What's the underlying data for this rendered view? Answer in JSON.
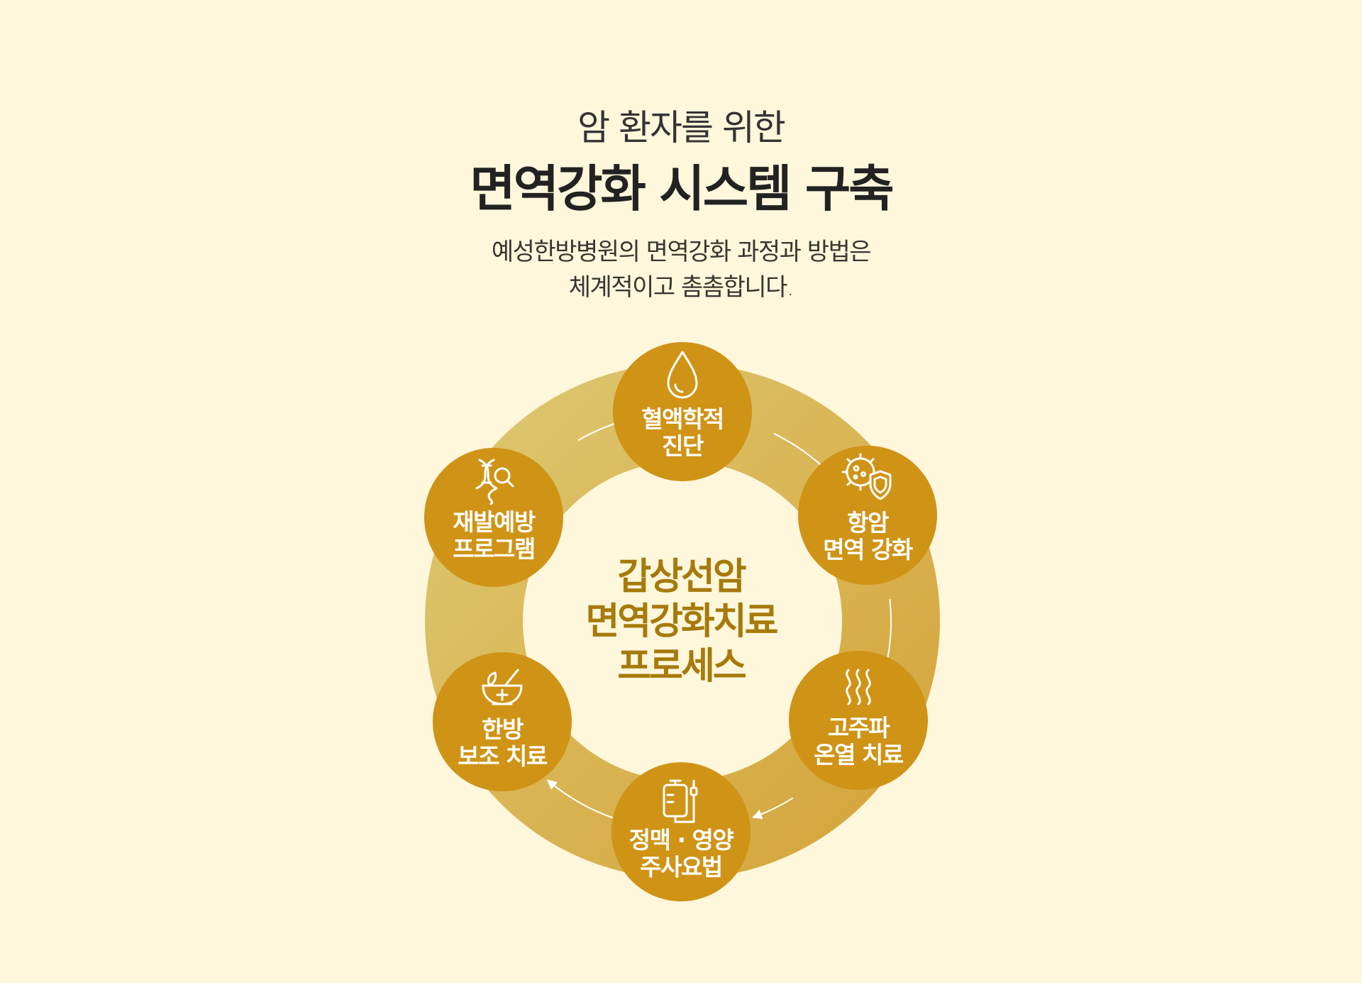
{
  "header": {
    "subtitle": "암 환자를 위한",
    "title": "면역강화 시스템 구축",
    "description_lines": [
      "예성한방병원의 면역강화 과정과 방법은",
      "체계적이고 촘촘합니다."
    ]
  },
  "diagram": {
    "center_lines": [
      "갑상선암",
      "면역강화치료",
      "프로세스"
    ],
    "nodes": [
      {
        "icon": "drop-icon",
        "lines": [
          "혈액학적",
          "진단"
        ]
      },
      {
        "icon": "virus-shield-icon",
        "lines": [
          "항암",
          "면역 강화"
        ]
      },
      {
        "icon": "heat-waves-icon",
        "lines": [
          "고주파",
          "온열 치료"
        ]
      },
      {
        "icon": "iv-bag-icon",
        "lines": [
          "정맥 · 영양",
          "주사요법"
        ]
      },
      {
        "icon": "herbal-mortar-icon",
        "lines": [
          "한방",
          "보조 치료"
        ]
      },
      {
        "icon": "dna-search-icon",
        "lines": [
          "재발예방",
          "프로그램"
        ]
      }
    ]
  },
  "colors": {
    "background": "#fef7dc",
    "ring_start": "#ddc46a",
    "ring_end": "#d6a83f",
    "node": "#cf9316",
    "center_text": "#a67a0b",
    "arrow": "#ffffff"
  }
}
